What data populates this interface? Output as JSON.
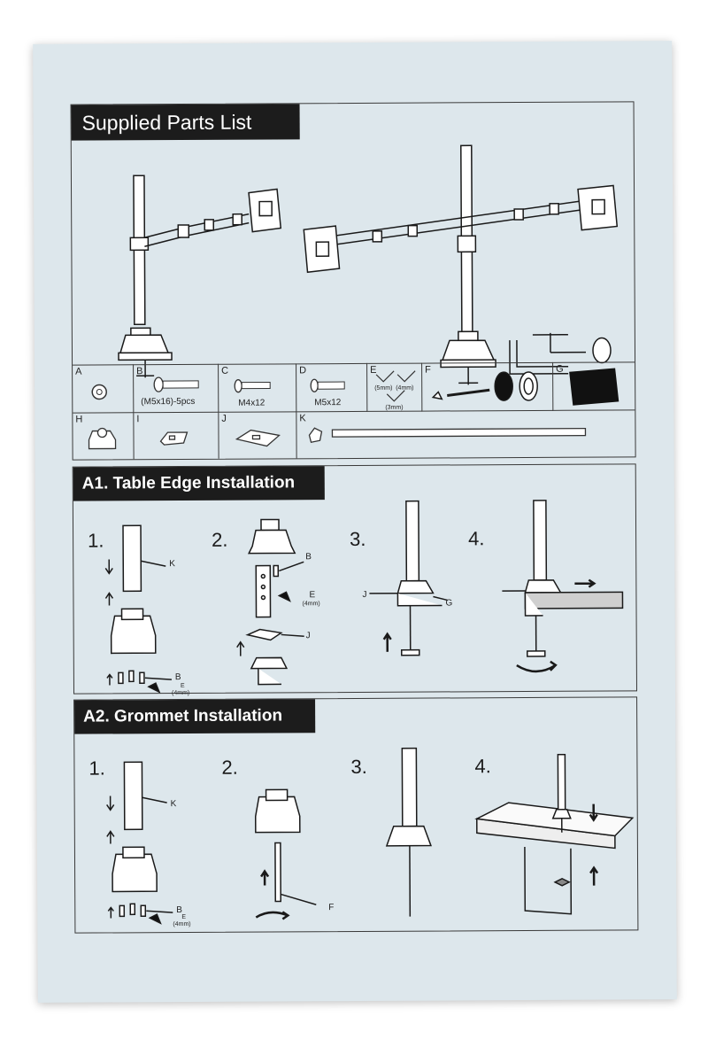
{
  "sections": {
    "parts": {
      "title": "Supplied Parts List"
    },
    "table_edge": {
      "title": "A1. Table Edge Installation"
    },
    "grommet": {
      "title": "A2. Grommet Installation"
    }
  },
  "parts": {
    "A": {
      "letter": "A"
    },
    "B": {
      "letter": "B",
      "caption": "(M5x16)-5pcs"
    },
    "C": {
      "letter": "C",
      "caption": "M4x12"
    },
    "D": {
      "letter": "D",
      "caption": "M5x12"
    },
    "E": {
      "letter": "E",
      "sizes": [
        "(5mm)",
        "(4mm)",
        "(3mm)"
      ]
    },
    "F": {
      "letter": "F"
    },
    "G": {
      "letter": "G"
    },
    "H": {
      "letter": "H"
    },
    "I": {
      "letter": "I"
    },
    "J": {
      "letter": "J"
    },
    "K": {
      "letter": "K"
    }
  },
  "a1": {
    "steps": [
      "1.",
      "2.",
      "3.",
      "4."
    ],
    "labels": {
      "k": "K",
      "b": "B",
      "e": "E",
      "e_size": "(4mm)",
      "b2": "B",
      "e2": "E",
      "e2_size": "(4mm)",
      "j": "J",
      "j3": "J",
      "g3": "G"
    }
  },
  "a2": {
    "steps": [
      "1.",
      "2.",
      "3.",
      "4."
    ],
    "labels": {
      "k": "K",
      "b": "B",
      "e": "E",
      "e_size": "(4mm)",
      "f": "F"
    }
  }
}
